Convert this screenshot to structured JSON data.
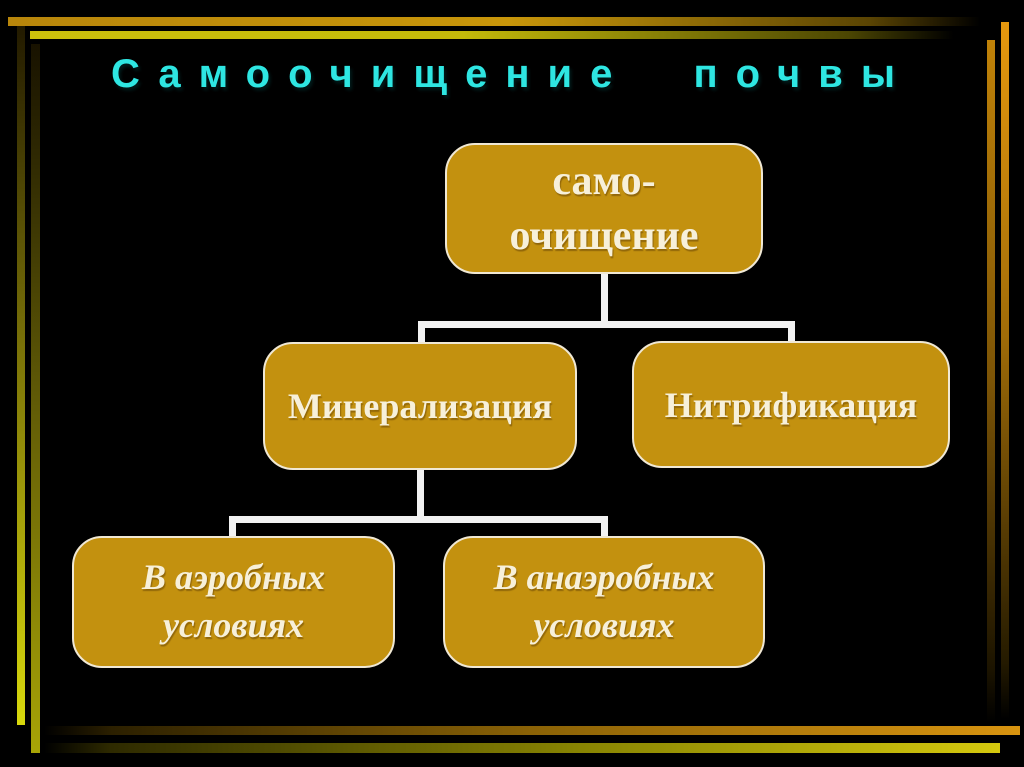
{
  "slide": {
    "title": "Самоочищение почвы",
    "background_color": "#000000",
    "title_color": "#2ee6e2"
  },
  "diagram": {
    "node_fill_color": "#c3910f",
    "node_border_color": "#f0e8d4",
    "node_text_color": "#f7f0da",
    "connector_color": "#f2f2f2",
    "nodes": [
      {
        "id": "self-purification",
        "lines": [
          "само-",
          "очищение"
        ]
      },
      {
        "id": "mineralization",
        "lines": [
          "Минерализация"
        ]
      },
      {
        "id": "nitrification",
        "lines": [
          "Нитрификация"
        ]
      },
      {
        "id": "aerobic-conditions",
        "lines": [
          "В аэробных",
          "условиях"
        ]
      },
      {
        "id": "anaerobic-conditions",
        "lines": [
          "В анаэробных",
          "условиях"
        ]
      }
    ]
  },
  "frame": {
    "gold": "#c8960a",
    "yellow": "#ccc00c",
    "orange": "#e6980e",
    "olive": "#8a8a00"
  }
}
